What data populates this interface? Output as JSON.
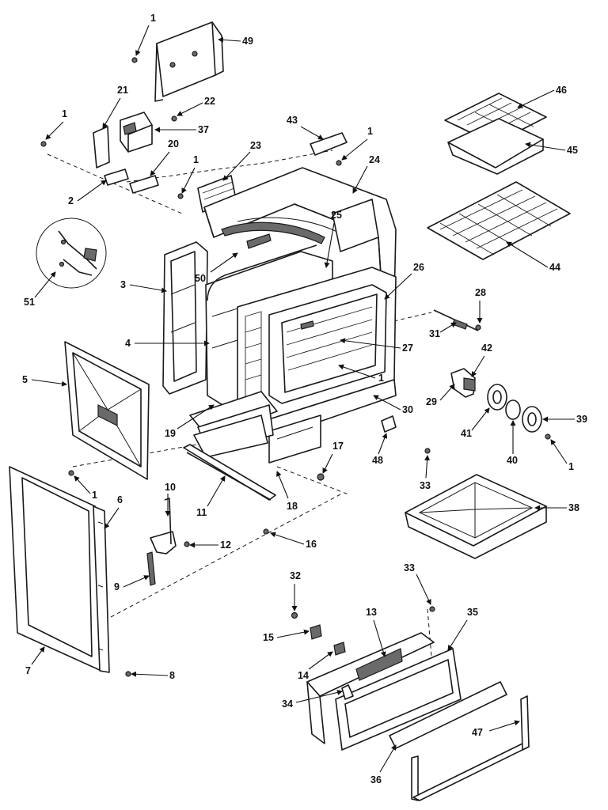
{
  "callouts": [
    "1",
    "2",
    "3",
    "4",
    "5",
    "6",
    "7",
    "8",
    "9",
    "10",
    "11",
    "12",
    "13",
    "14",
    "15",
    "16",
    "17",
    "18",
    "19",
    "20",
    "21",
    "22",
    "23",
    "24",
    "25",
    "26",
    "27",
    "28",
    "29",
    "30",
    "31",
    "32",
    "33",
    "34",
    "35",
    "36",
    "37",
    "38",
    "39",
    "40",
    "41",
    "42",
    "43",
    "44",
    "45",
    "46",
    "47",
    "48",
    "49",
    "50",
    "51"
  ]
}
